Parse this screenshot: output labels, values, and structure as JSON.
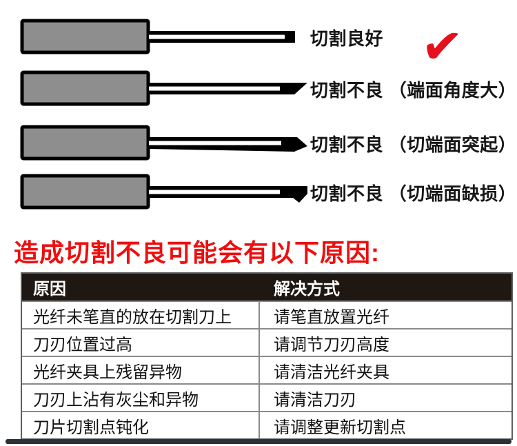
{
  "colors": {
    "heading_red": "#ee0e0e",
    "check_red": "#e8101c",
    "fiber_fill": "#8e8e8e",
    "table_header_bg": "#1e1712",
    "bottom_bar": "#2b3137"
  },
  "fiber_rows": [
    {
      "label": "切割良好",
      "quality": "good",
      "check_glyph": "✔"
    },
    {
      "label": "切割不良 （端面角度大）",
      "quality": "bad-end-face-angle"
    },
    {
      "label": "切割不良 （切端面突起）",
      "quality": "bad-end-face-protrusion"
    },
    {
      "label": "切割不良 （切端面缺损）",
      "quality": "bad-end-face-chip"
    }
  ],
  "heading": "造成切割不良可能会有以下原因:",
  "table": {
    "headers": [
      "原因",
      "解决方式"
    ],
    "rows": [
      [
        "光纤未笔直的放在切割刀上",
        "请笔直放置光纤"
      ],
      [
        "刀刃位置过高",
        "请调节刀刃高度"
      ],
      [
        "光纤夹具上残留异物",
        "请清洁光纤夹具"
      ],
      [
        "刀刃上沾有灰尘和异物",
        "请清洁刀刃"
      ],
      [
        "刀片切割点钝化",
        "请调整更新切割点"
      ]
    ]
  }
}
